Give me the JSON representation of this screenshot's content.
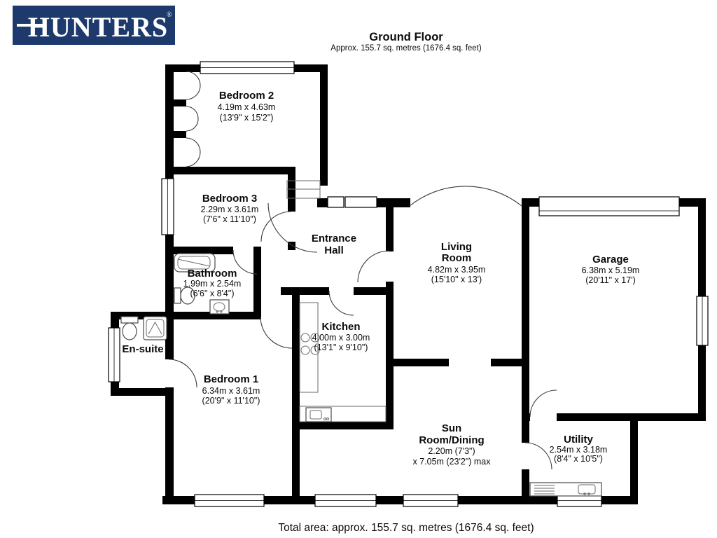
{
  "header": {
    "logo_text": "HUNTERS",
    "logo_reg": "®",
    "title": "Ground Floor",
    "subtitle": "Approx. 155.7 sq. metres (1676.4 sq. feet)"
  },
  "footer": {
    "total_area": "Total area: approx. 155.7 sq. metres (1676.4 sq. feet)"
  },
  "colors": {
    "wall": "#000000",
    "logo_bg": "#1e3a6d",
    "text": "#0b0b0b"
  },
  "rooms": {
    "bedroom2": {
      "name": "Bedroom 2",
      "dim1": "4.19m x 4.63m",
      "dim2": "(13'9\" x 15'2\")"
    },
    "bedroom3": {
      "name": "Bedroom 3",
      "dim1": "2.29m x 3.61m",
      "dim2": "(7'6\" x 11'10\")"
    },
    "bathroom": {
      "name": "Bathroom",
      "dim1": "1.99m x 2.54m",
      "dim2": "(6'6\" x 8'4\")"
    },
    "ensuite": {
      "name": "En-suite"
    },
    "bedroom1": {
      "name": "Bedroom 1",
      "dim1": "6.34m x 3.61m",
      "dim2": "(20'9\" x 11'10\")"
    },
    "entrance_hall": {
      "name1": "Entrance",
      "name2": "Hall"
    },
    "kitchen": {
      "name": "Kitchen",
      "dim1": "4.00m x 3.00m",
      "dim2": "(13'1\" x 9'10\")"
    },
    "living_room": {
      "name1": "Living",
      "name2": "Room",
      "dim1": "4.82m x 3.95m",
      "dim2": "(15'10\" x 13')"
    },
    "garage": {
      "name": "Garage",
      "dim1": "6.38m x 5.19m",
      "dim2": "(20'11\" x 17')"
    },
    "sun_room": {
      "name1": "Sun",
      "name2": "Room/Dining",
      "dim1": "2.20m (7'3\")",
      "dim2": "x 7.05m (23'2\") max"
    },
    "utility": {
      "name": "Utility",
      "dim1": "2.54m x 3.18m",
      "dim2": "(8'4\" x 10'5\")"
    }
  }
}
